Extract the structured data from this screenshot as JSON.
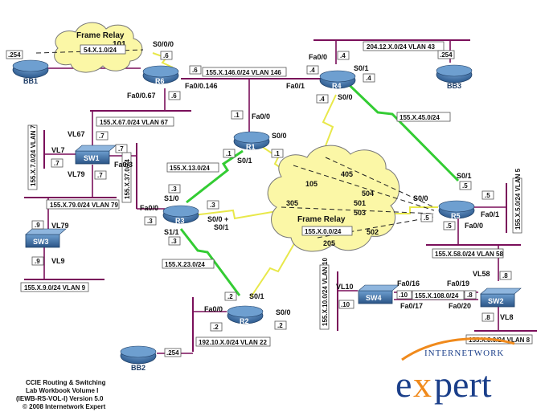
{
  "devices": {
    "bb1": "BB1",
    "r6": "R6",
    "r4": "R4",
    "bb3": "BB3",
    "r1": "R1",
    "sw1": "SW1",
    "r3": "R3",
    "r5": "R5",
    "sw3": "SW3",
    "r2": "R2",
    "sw4": "SW4",
    "sw2": "SW2",
    "bb2": "BB2"
  },
  "clouds": {
    "top": "Frame Relay",
    "center": "Frame Relay"
  },
  "dlci": {
    "top_101": "101",
    "d105": "105",
    "d405": "405",
    "d504": "504",
    "d501": "501",
    "d305": "305",
    "d503": "503",
    "d502": "502",
    "d205": "205"
  },
  "subnets": {
    "fr_top": "54.X.1.0/24",
    "vlan43": "204.12.X.0/24 VLAN 43",
    "vlan146": "155.X.146.0/24 VLAN 146",
    "vlan67": "155.X.67.0/24 VLAN 67",
    "s45": "155.X.45.0/24",
    "s13": "155.X.13.0/24",
    "vlan7": "155.X.7.0/24 VLAN 7",
    "vlan37": "155.X.37.0/24",
    "vlan79": "155.X.79.0/24 VLAN 79",
    "vlan5": "155.X.5.0/24 VLAN 5",
    "fr_center": "155.X.0.0/24",
    "vlan58": "155.X.58.0/24 VLAN 58",
    "s23": "155.X.23.0/24",
    "vlan9": "155.X.9.0/24 VLAN 9",
    "vlan10": "155.X.10.0/24 VLAN 10",
    "s108": "155.X.108.0/24",
    "vlan22": "192.10.X.0/24 VLAN 22",
    "vlan8": "155.X.8.0/24 VLAN 8"
  },
  "hosts": {
    "bb1_254": ".254",
    "r6_top": ".6",
    "r6_left": ".6",
    "r6_bottom": ".6",
    "r4_top": ".4",
    "r4_left": ".4",
    "r4_s": ".4",
    "r4_bottom": ".4",
    "bb3_254": ".254",
    "r1_top": ".1",
    "r1_left": ".1",
    "r1_right": ".1",
    "sw1_a": ".7",
    "sw1_b": ".7",
    "sw1_c": ".7",
    "sw1_d": ".7",
    "r3_top": ".3",
    "r3_right": ".3",
    "r3_left": ".3",
    "r3_bottom": ".3",
    "r5_top": ".5",
    "r5_right": ".5",
    "r5_left": ".5",
    "r5_bottom": ".5",
    "sw3_top": ".9",
    "sw3_bottom": ".9",
    "r2_top": ".2",
    "r2_left": ".2",
    "r2_right": ".2",
    "sw4_left": ".10",
    "sw4_right": ".10",
    "sw2_left": ".8",
    "sw2_top": ".8",
    "sw2_bottom": ".8",
    "bb2_254": ".254"
  },
  "interfaces": {
    "r6_s000": "S0/0/0",
    "r6_fa00146": "Fa0/0.146",
    "r6_fa0067": "Fa0/0.67",
    "r4_fa00": "Fa0/0",
    "r4_s01": "S0/1",
    "r4_fa01": "Fa0/1",
    "r4_s00": "S0/0",
    "r1_fa00": "Fa0/0",
    "r1_s00": "S0/0",
    "r1_s01": "S0/1",
    "sw1_vl67": "VL67",
    "sw1_vl7": "VL7",
    "sw1_vl79": "VL79",
    "sw1_fa03": "Fa0/3",
    "r3_s10": "S1/0",
    "r3_fa00": "Fa0/0",
    "r3_s00s01": "S0/0 +",
    "r3_s01": "S0/1",
    "r3_s11": "S1/1",
    "r5_s01": "S0/1",
    "r5_s00": "S0/0",
    "r5_fa01": "Fa0/1",
    "r5_fa00": "Fa0/0",
    "sw3_vl79": "VL79",
    "sw3_vl9": "VL9",
    "r2_s01": "S0/1",
    "r2_fa00": "Fa0/0",
    "r2_s00": "S0/0",
    "sw4_vl10": "VL10",
    "sw4_fa016": "Fa0/16",
    "sw4_fa017": "Fa0/17",
    "sw2_fa019": "Fa0/19",
    "sw2_fa020": "Fa0/20",
    "sw2_vl58": "VL58",
    "sw2_vl8": "VL8"
  },
  "footer": {
    "line1": "CCIE Routing & Switching",
    "line2": "Lab Workbook Volume I",
    "line3": "(IEWB-RS-VOL-I) Version 5.0",
    "line4": "© 2008 Internetwork Expert"
  },
  "logo": {
    "top": "INTERNETWORK",
    "e": "e",
    "x": "x",
    "pert": "pert"
  },
  "colors": {
    "router": "#3f6fa6",
    "bus": "#7a0f5a",
    "serial": "#33cc33",
    "frame_relay_link": "#e8e84a",
    "cloud": "#fbf7a6",
    "logo_orange": "#f08a1c",
    "logo_blue": "#1b3f8a"
  }
}
